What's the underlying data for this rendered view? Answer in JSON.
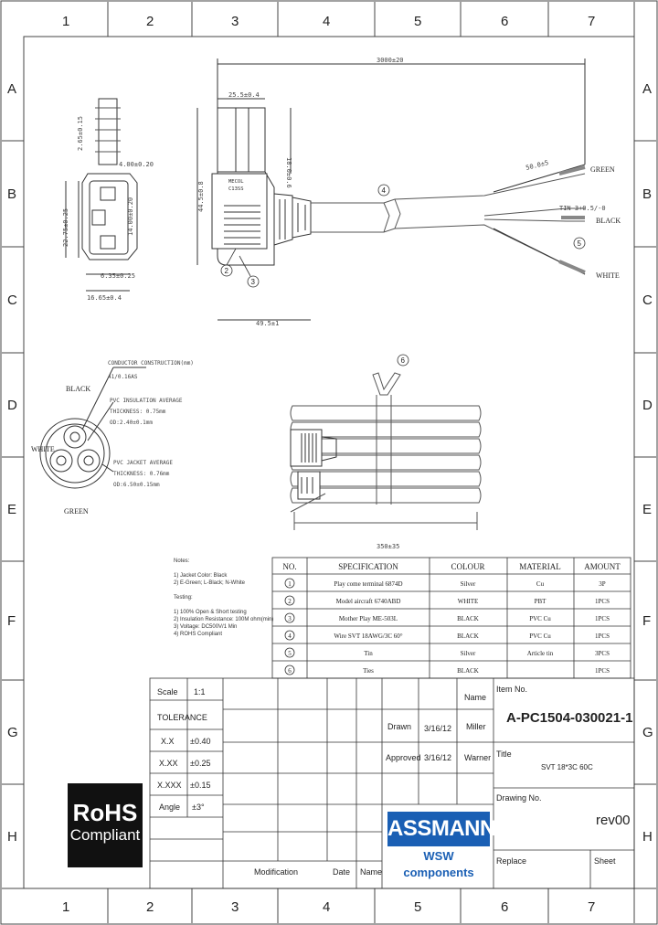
{
  "grid": {
    "columns": [
      "1",
      "2",
      "3",
      "4",
      "5",
      "6",
      "7"
    ],
    "rows": [
      "A",
      "B",
      "C",
      "D",
      "E",
      "F",
      "G",
      "H"
    ]
  },
  "dimensions": {
    "overall_length": "3000±20",
    "strip_length": "50.0±5",
    "tin_length": "TIN 3+0.5/-0",
    "plug_width": "25.5±0.4",
    "plug_height": "44.5±0.8",
    "plug_depth": "18.0±0.6",
    "plug_length": "49.5±1",
    "face_d1": "2.65±0.15",
    "face_d2": "4.00±0.20",
    "face_d3": "22.75±0.25",
    "face_d4": "14.00±0.20",
    "face_d5": "6.35±0.25",
    "face_d6": "16.65±0.4",
    "coil_length": "350±35"
  },
  "plug_label": [
    "MECOL",
    "C13SS"
  ],
  "wire_labels": {
    "green": "GREEN",
    "black": "BLACK",
    "white": "WHITE"
  },
  "balloons": [
    "1",
    "2",
    "3",
    "4",
    "5",
    "6"
  ],
  "cross_section": {
    "black": "BLACK",
    "white": "WHITE",
    "green": "GREEN",
    "conductor": [
      "CONDUCTOR CONSTRUCTION(mm)",
      "41/0.16AS"
    ],
    "insulation": [
      "PVC INSULATION AVERAGE",
      "THICKNESS: 0.75mm",
      "OD:2.40±0.1mm"
    ],
    "jacket": [
      "PVC JACKET AVERAGE",
      "THICKNESS: 0.76mm",
      "OD:6.50±0.15mm"
    ]
  },
  "notes": {
    "heading": "Notes:",
    "lines": [
      "1) Jacket Color: Black",
      "2) E-Green; L-Black; N-White"
    ],
    "testing_heading": "Testing:",
    "testing": [
      "1) 100% Open & Short testing",
      "2) Insulation Resistance: 100M ohm(min)",
      "3) Voltage: DC500V/1 Min",
      "4) ROHS Compliant"
    ]
  },
  "bom": {
    "headers": [
      "NO.",
      "SPECIFICATION",
      "COLOUR",
      "MATERIAL",
      "AMOUNT"
    ],
    "rows": [
      {
        "no": "1",
        "spec": "Play come terminal 6874D",
        "colour": "Silver",
        "material": "Cu",
        "amount": "3P"
      },
      {
        "no": "2",
        "spec": "Model aircraft 6740ABD",
        "colour": "WHITE",
        "material": "PBT",
        "amount": "1PCS"
      },
      {
        "no": "3",
        "spec": "Mother Play ME-503L",
        "colour": "BLACK",
        "material": "PVC Cu",
        "amount": "1PCS"
      },
      {
        "no": "4",
        "spec": "Wire SVT 18AWG/3C 60°",
        "colour": "BLACK",
        "material": "PVC Cu",
        "amount": "1PCS"
      },
      {
        "no": "5",
        "spec": "Tin",
        "colour": "Silver",
        "material": "Article tin",
        "amount": "3PCS"
      },
      {
        "no": "6",
        "spec": "Ties",
        "colour": "BLACK",
        "material": "",
        "amount": "1PCS"
      }
    ]
  },
  "title_block": {
    "scale_label": "Scale",
    "scale_value": "1:1",
    "tolerance_label": "TOLERANCE",
    "tolerances": [
      {
        "label": "X.X",
        "value": "±0.40"
      },
      {
        "label": "X.XX",
        "value": "±0.25"
      },
      {
        "label": "X.XXX",
        "value": "±0.15"
      },
      {
        "label": "Angle",
        "value": "±3°"
      }
    ],
    "name_header": "Name",
    "drawn_label": "Drawn",
    "drawn_date": "3/16/12",
    "drawn_name": "Miller",
    "approved_label": "Approved",
    "approved_date": "3/16/12",
    "approved_name": "Warner",
    "modification_label": "Modification",
    "date_label": "Date",
    "name_label": "Name",
    "item_no_label": "Item No.",
    "item_no": "A-PC1504-030021-1",
    "title_label": "Title",
    "title": "SVT 18*3C 60C",
    "drawing_no_label": "Drawing No.",
    "revision": "rev00",
    "replace_label": "Replace",
    "sheet_label": "Sheet"
  },
  "rohs": {
    "line1": "RoHS",
    "line2": "Compliant"
  },
  "company": {
    "logo": "ASSMANN",
    "sub": "WSW components"
  }
}
